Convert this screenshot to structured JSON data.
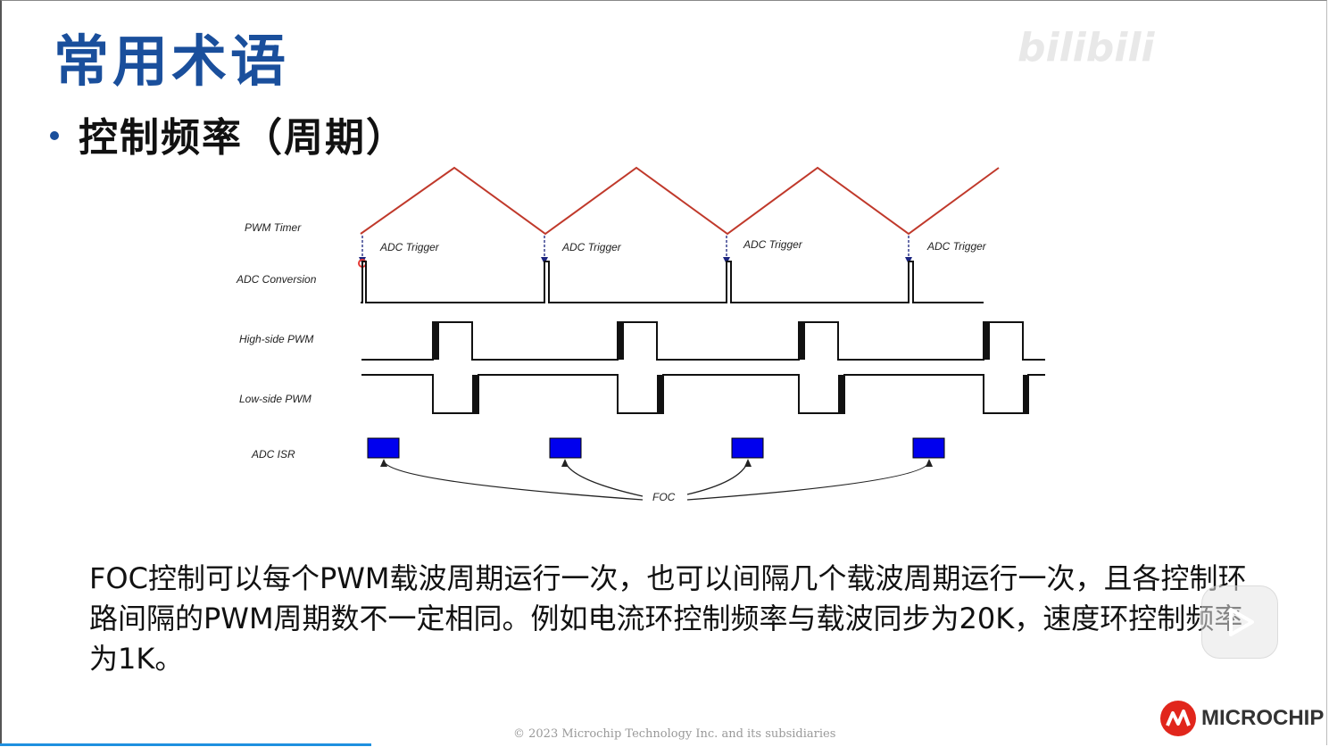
{
  "slide": {
    "title": "常用术语",
    "bullet": "控制频率（周期）",
    "description": "FOC控制可以每个PWM载波周期运行一次，也可以间隔几个载波周期运行一次，且各控制环路间隔的PWM周期数不一定相同。例如电流环控制频率与载波同步为20K，速度环控制频率为1K。",
    "copyright": "© 2023 Microchip Technology Inc. and its subsidiaries",
    "logo_text": "MICROCHIP",
    "watermark": "bilibili"
  },
  "diagram": {
    "signals": {
      "pwm_timer": "PWM Timer",
      "adc_conversion": "ADC Conversion",
      "high_side": "High-side PWM",
      "low_side": "Low-side PWM",
      "adc_isr": "ADC ISR"
    },
    "trigger_label": "ADC Trigger",
    "foc_label": "FOC",
    "colors": {
      "timer": "#c0392b",
      "isr_block": "#0000ee",
      "trigger_arrow": "#1a237e",
      "title": "#1a4f9c"
    },
    "icons": [
      "play-icon",
      "microchip-logo-icon"
    ]
  }
}
